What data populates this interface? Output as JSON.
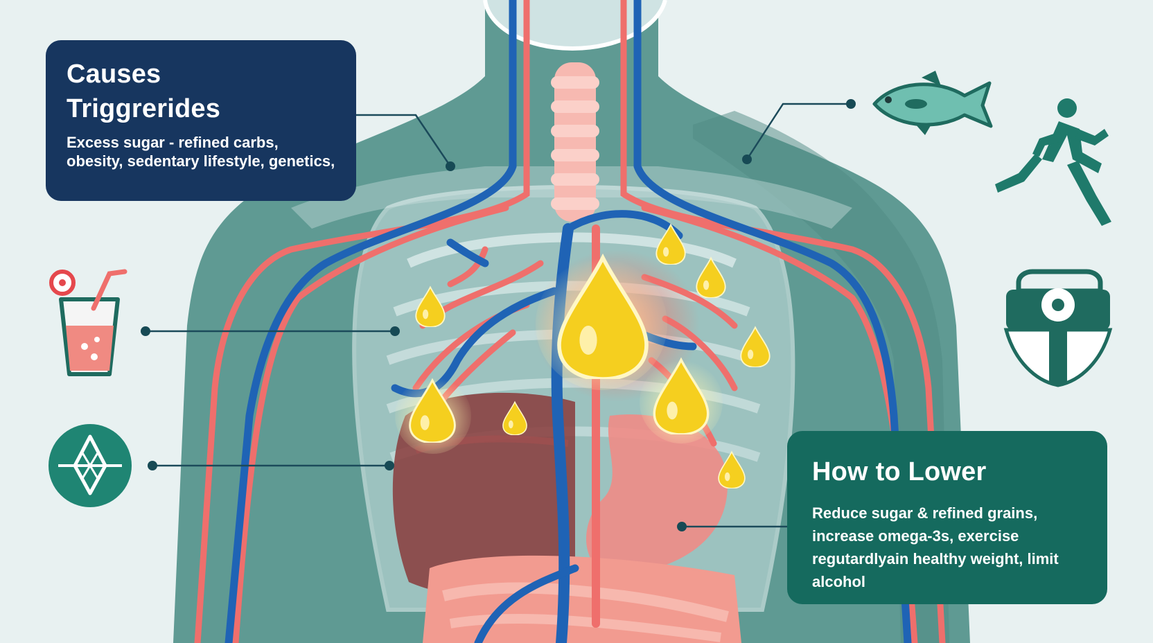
{
  "causes": {
    "title_line1": "Causes",
    "title_line2": "Triggrerides",
    "body": "Excess sugar - refined carbs, obesity, sedentary lifestyle, genetics,"
  },
  "how_to_lower": {
    "title": "How to Lower",
    "body": "Reduce sugar & refined grains, increase omega-3s, exercise regutardlyain healthy weight, limit alcohol"
  },
  "icons": [
    "sugary-drink-icon",
    "diet-icon",
    "fish-icon",
    "runner-icon",
    "scale-icon",
    "fat-droplet-icon"
  ],
  "colors": {
    "causes_box": "#17365f",
    "lower_box": "#156a5e",
    "body_teal": "#5f9a93",
    "artery": "#ef6f6c",
    "vein": "#1f63b5",
    "fat_droplet": "#f5cf1f",
    "liver": "#8a3b3b",
    "stomach": "#ef8c86",
    "background": "#e8f1f1"
  }
}
